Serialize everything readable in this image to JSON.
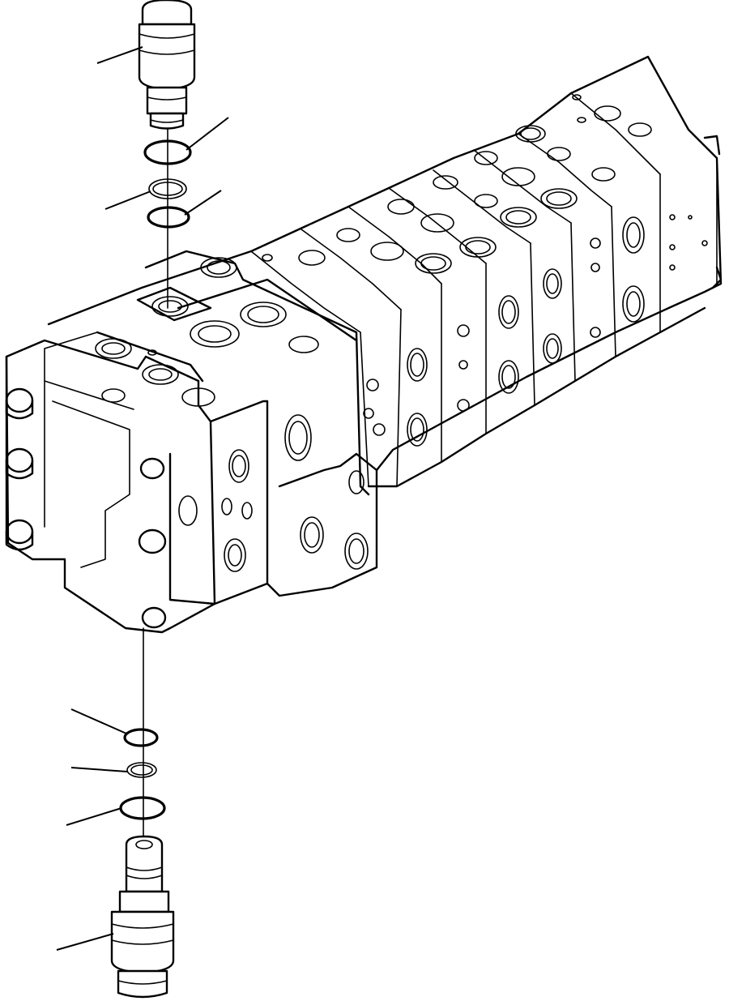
{
  "diagram": {
    "description_visible_text": "",
    "parts": [
      {
        "id": "upper-valve-cartridge"
      },
      {
        "id": "upper-o-ring-large"
      },
      {
        "id": "upper-backup-ring"
      },
      {
        "id": "upper-o-ring-small"
      },
      {
        "id": "control-valve-assembly"
      },
      {
        "id": "lower-o-ring-top"
      },
      {
        "id": "lower-backup-ring"
      },
      {
        "id": "lower-o-ring-bottom"
      },
      {
        "id": "lower-valve-cartridge"
      }
    ],
    "colors": {
      "line": "#000000",
      "background": "#ffffff"
    }
  }
}
